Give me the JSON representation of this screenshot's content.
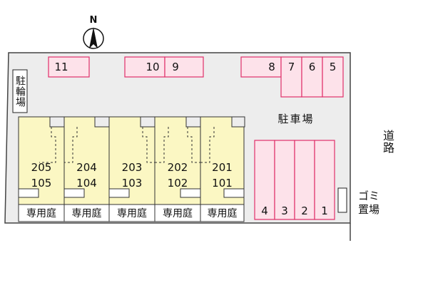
{
  "compass": {
    "label": "N"
  },
  "bicycle_parking": {
    "label": "駐輪場"
  },
  "parking_lot": {
    "label": "駐車場"
  },
  "road": {
    "label": "道路"
  },
  "garbage": {
    "label_line1": "ゴミ",
    "label_line2": "置場"
  },
  "parking_spaces": [
    "11",
    "10",
    "9",
    "8",
    "7",
    "6",
    "5",
    "4",
    "3",
    "2",
    "1"
  ],
  "units": [
    {
      "upper": "205",
      "lower": "105"
    },
    {
      "upper": "204",
      "lower": "104"
    },
    {
      "upper": "203",
      "lower": "103"
    },
    {
      "upper": "202",
      "lower": "102"
    },
    {
      "upper": "201",
      "lower": "101"
    }
  ],
  "private_garden": {
    "label": "専用庭"
  },
  "colors": {
    "parking_outline": "#e0306a",
    "parking_fill": "#fde2ea",
    "site_fill": "#ededed",
    "building_fill": "#fbf7c3"
  }
}
